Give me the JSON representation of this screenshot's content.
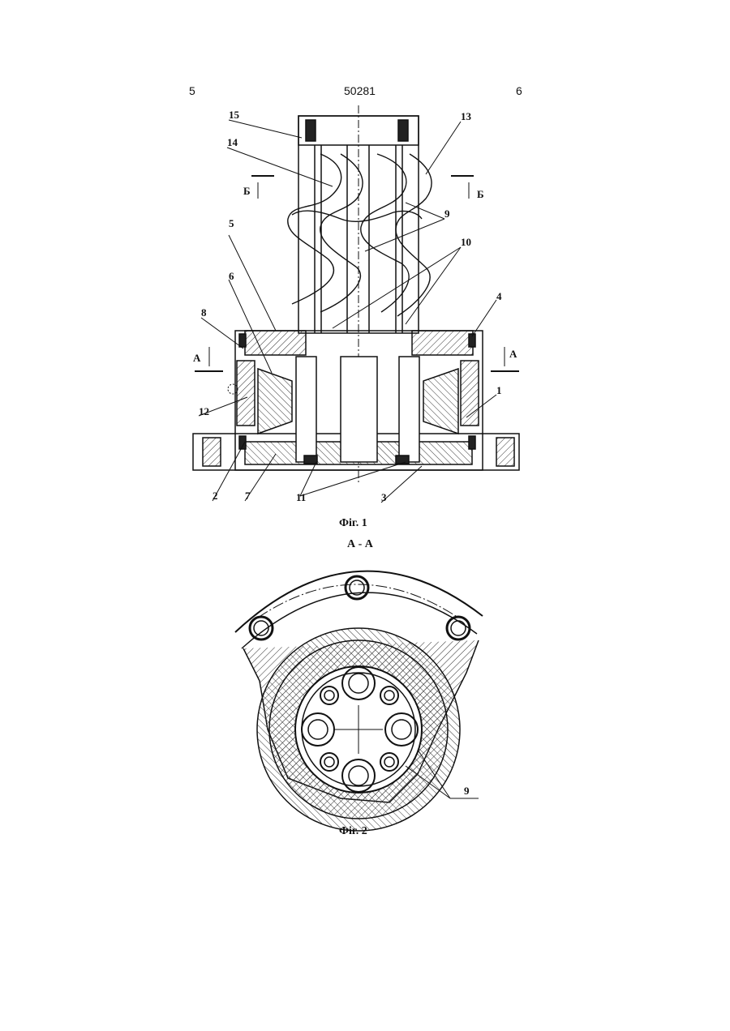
{
  "header": {
    "left_page": "5",
    "doc_number": "50281",
    "right_page": "6"
  },
  "fig1": {
    "caption": "Фіг. 1",
    "labels": [
      "15",
      "14",
      "13",
      "5",
      "6",
      "8",
      "4",
      "12",
      "1",
      "2",
      "7",
      "11",
      "3",
      "9",
      "10"
    ],
    "section_marks": {
      "a": "А",
      "b": "Б"
    }
  },
  "fig2": {
    "section_title": "А - А",
    "caption": "Фіг. 2",
    "label_9": "9"
  }
}
